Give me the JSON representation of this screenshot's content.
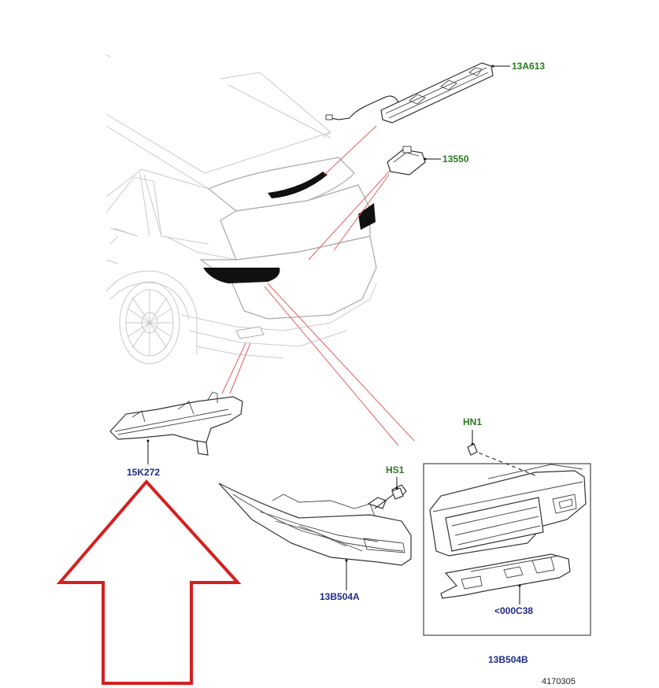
{
  "callouts": {
    "brake_lamp": "13A613",
    "plate_lamp": "13550",
    "reflector": "15K272",
    "screw_hn1": "HN1",
    "screw_hs1": "HS1",
    "lamp_left": "13B504A",
    "lamp_right": "13B504B",
    "gasket": "<000C38"
  },
  "reference_number": "4170305",
  "colors": {
    "callout_green": "#2a7a1e",
    "callout_blue": "#1f2a8a",
    "leader_red": "#e06060",
    "arrow_red": "#d42020"
  }
}
